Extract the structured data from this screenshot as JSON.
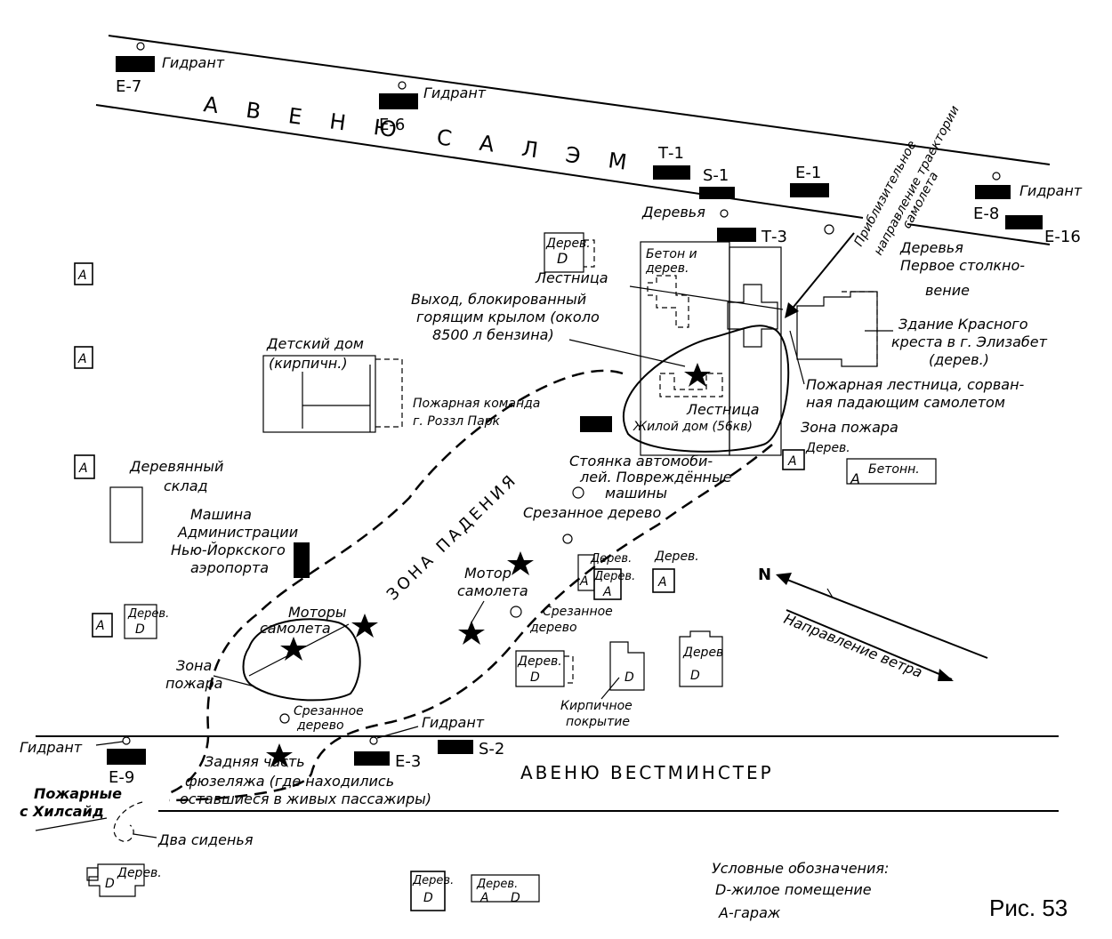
{
  "streets": {
    "salem_top": "А В Е Н Ю",
    "salem_bottom": "С А Л Э М",
    "westminster": "АВЕНЮ ВЕСТМИНСТЕР"
  },
  "vehicles": {
    "e7": "Е-7",
    "e6": "Е-6",
    "t1": "Т-1",
    "s1": "S-1",
    "e1": "Е-1",
    "e8": "Е-8",
    "e16": "Е-16",
    "t3": "Т-3",
    "e9": "Е-9",
    "e3": "Е-3",
    "s2": "S-2"
  },
  "labels": {
    "hydrant": "Гидрант",
    "trees": "Деревья",
    "wood": "Дерев.",
    "wood_nodot": "Дерев",
    "concrete": "Бетонн.",
    "garage": "А",
    "dwelling": "D",
    "trajectory": [
      "Приблизительное",
      "направление траектории",
      "самолета"
    ],
    "first_collision": [
      "Первое столкно-",
      "вение"
    ],
    "concrete_trees": [
      "Бетон и",
      "дерев."
    ],
    "stairs": "Лестница",
    "exit": [
      "Выход, блокированный",
      "горящим крылом (около",
      "8500 л бензина)"
    ],
    "red_cross": [
      "Здание Красного",
      "креста в г. Элизабет",
      "(дерев.)"
    ],
    "orphanage": [
      "Детский дом",
      "(кирпичн.)"
    ],
    "fire_station": [
      "Пожарная команда",
      "г. Роззл  Парк"
    ],
    "stairs2": "Лестница",
    "apartment": "Жилой дом (56кв)",
    "fire_escape": [
      "Пожарная лестница, сорван-",
      "ная падающим самолетом"
    ],
    "fire_zone": "Зона пожара",
    "fire_zone2": [
      "Зона",
      "пожара"
    ],
    "parking": [
      "Стоянка автомоби-",
      "лей. Повреждённые",
      "машины"
    ],
    "cut_tree": "Срезанное дерево",
    "cut_tree2": [
      "Срезанное",
      "дерево"
    ],
    "warehouse": [
      "Деревянный",
      "склад"
    ],
    "admin_car": [
      "Машина",
      "Администрации",
      "Нью-Йоркского",
      "аэропорта"
    ],
    "crash_zone": "ЗОНА ПАДЕНИЯ",
    "engine": [
      "Мотор",
      "самолета"
    ],
    "engines": [
      "Моторы",
      "самолета"
    ],
    "north": "N",
    "wind": "Направление ветра",
    "brick_cover": [
      "Кирпичное",
      "покрытие"
    ],
    "fuselage": [
      "Задняя   часть",
      "фюзеляжа (где находились",
      "оставшиеся в живых пассажиры)"
    ],
    "hillside": [
      "Пожарные",
      "с Хилсайд"
    ],
    "two_seats": "Два сиденья"
  },
  "legend": {
    "title": "Условные обозначения:",
    "d_item": "D-жилое помещение",
    "a_item": "А-гараж"
  },
  "figure": "Рис. 53"
}
